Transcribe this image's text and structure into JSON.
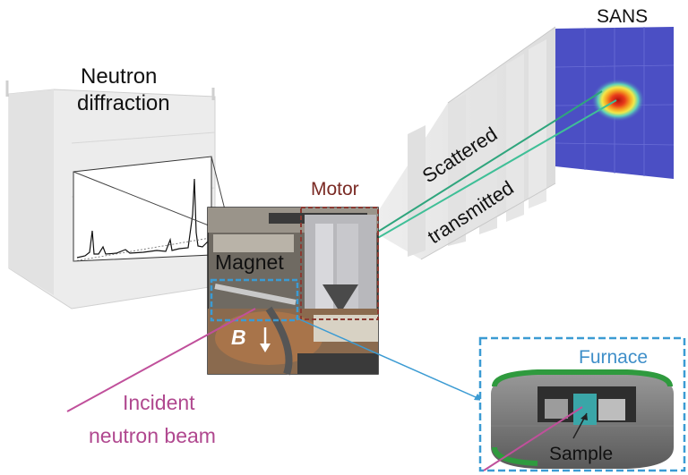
{
  "labels": {
    "neutron_diffraction_line1": "Neutron",
    "neutron_diffraction_line2": "diffraction",
    "sans": "SANS",
    "motor": "Motor",
    "magnet": "Magnet",
    "field": "B",
    "scattered": "Scattered",
    "transmitted": "transmitted",
    "incident_line1": "Incident",
    "incident_line2": "neutron beam",
    "furnace": "Furnace",
    "sample": "Sample"
  },
  "colors": {
    "motor_box": "#8b3a32",
    "magnet_box": "#3b9bd3",
    "furnace_box": "#3b9bd3",
    "incident_beam": "#c0509b",
    "scattered_beam": "#3fbf97",
    "transmitted_beam": "#3fbf97",
    "sans_detector": "#4b4fc4"
  }
}
